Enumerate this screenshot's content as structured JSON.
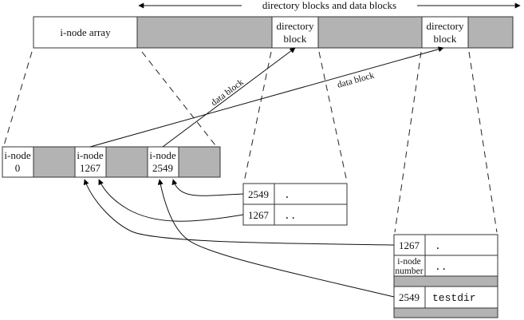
{
  "title_arrow": {
    "label": "directory blocks and data blocks"
  },
  "disk_row": {
    "inode_array_label": "i-node array",
    "directory_blocks": [
      {
        "line1": "directory",
        "line2": "block"
      },
      {
        "line1": "directory",
        "line2": "block"
      }
    ]
  },
  "inode_row": {
    "inodes": [
      {
        "line1": "i-node",
        "line2": "0"
      },
      {
        "line1": "i-node",
        "line2": "1267"
      },
      {
        "line1": "i-node",
        "line2": "2549"
      }
    ]
  },
  "arrow_labels": {
    "data_block_1": "data block",
    "data_block_2": "data block"
  },
  "dir_block_a": {
    "rows": [
      {
        "inode": "2549",
        "name": "."
      },
      {
        "inode": "1267",
        "name": ".."
      }
    ]
  },
  "dir_block_b": {
    "rows": [
      {
        "inode": "1267",
        "name": "."
      },
      {
        "inode_line1": "i-node",
        "inode_line2": "number",
        "name": ".."
      },
      {
        "inode": "2549",
        "name": "testdir"
      }
    ]
  }
}
